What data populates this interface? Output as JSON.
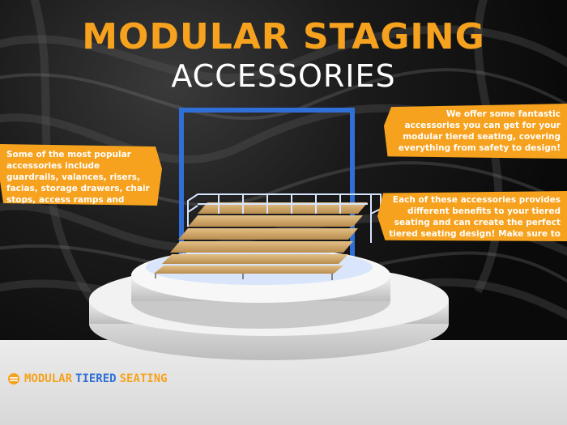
{
  "header": {
    "title": "MODULAR STAGING",
    "subtitle": "ACCESSORIES"
  },
  "callouts": {
    "left": "Some of the most popular accessories include guardrails, valances, risers, facias, storage drawers, chair stops, access ramps and lecterns!",
    "right_top": "We offer some fantastic accessories you can get for your modular tiered seating, covering everything from safety to design!",
    "right_bottom": "Each of these accessories provides different benefits to your tiered seating and can create the perfect tiered seating design! Make sure to contact the team today to learn more!"
  },
  "logo": {
    "part1": "MODULAR",
    "part2": "TIERED",
    "part3": "SEATING"
  },
  "colors": {
    "accent_orange": "#f6a21e",
    "accent_blue": "#2f6fd6",
    "background": "#111111"
  },
  "icons": [
    "swirl-background",
    "logo-seats-icon"
  ]
}
